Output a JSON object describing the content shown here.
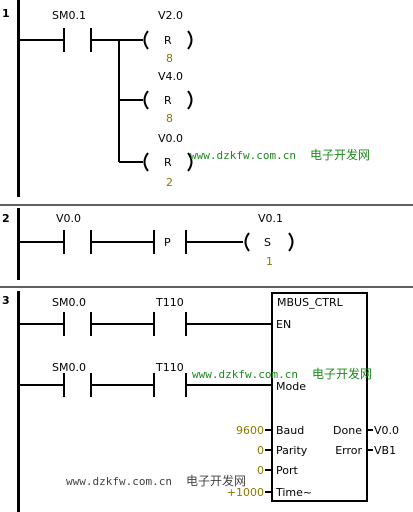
{
  "networks": [
    {
      "number": "1",
      "contact": "SM0.1",
      "coils": [
        {
          "address": "V2.0",
          "instruction": "R",
          "count": "8"
        },
        {
          "address": "V4.0",
          "instruction": "R",
          "count": "8"
        },
        {
          "address": "V0.0",
          "instruction": "R",
          "count": "2"
        }
      ]
    },
    {
      "number": "2",
      "contact": "V0.0",
      "edge": "P",
      "coil": {
        "address": "V0.1",
        "instruction": "S",
        "count": "1"
      }
    },
    {
      "number": "3",
      "row1": {
        "contact1": "SM0.0",
        "contact2": "T110"
      },
      "row2": {
        "contact1": "SM0.0",
        "contact2": "T110"
      },
      "block": {
        "title": "MBUS_CTRL",
        "en": "EN",
        "mode": "Mode",
        "inputs": [
          {
            "value": "9600",
            "pin": "Baud"
          },
          {
            "value": "0",
            "pin": "Parity"
          },
          {
            "value": "0",
            "pin": "Port"
          },
          {
            "value": "+1000",
            "pin": "Time~"
          }
        ],
        "outputs": [
          {
            "pin": "Done",
            "value": "V0.0"
          },
          {
            "pin": "Error",
            "value": "VB1"
          }
        ]
      }
    }
  ],
  "watermarks": [
    {
      "url": "www.dzkfw.com.cn",
      "name": "电子开发网",
      "color": "#1c8a1c"
    },
    {
      "url": "www.dzkfw.com.cn",
      "name": "电子开发网",
      "color": "#1c8a1c"
    },
    {
      "url": "www.dzkfw.com.cn",
      "name": "电子开发网",
      "color": "#444444"
    }
  ]
}
